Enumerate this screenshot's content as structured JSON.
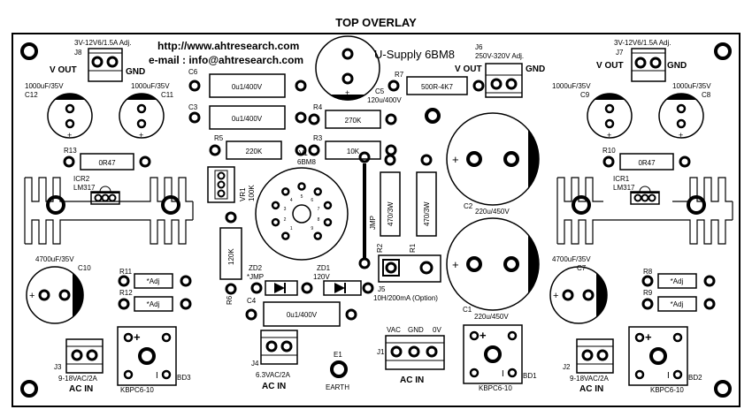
{
  "title": "TOP OVERLAY",
  "board": {
    "name": "U-Supply 6BM8",
    "url": "http://www.ahtresearch.com",
    "email": "e-mail : info@ahtresearch.com"
  },
  "labels": {
    "j8": "J8",
    "j8_spec": "3V-12V6/1.5A  Adj.",
    "vout": "V OUT",
    "gnd": "GND",
    "j7": "J7",
    "j7_spec": "3V-12V6/1.5A  Adj.",
    "j6": "J6",
    "j6_spec": "250V-320V  Adj.",
    "c12": "C12",
    "c12_val": "1000uF/35V",
    "c11": "C11",
    "c11_val": "1000uF/35V",
    "c9": "C9",
    "c9_val": "1000uF/35V",
    "c8": "C8",
    "c8_val": "1000uF/35V",
    "c6": "C6",
    "c6_val": "0u1/400V",
    "c3": "C3",
    "c3_val": "0u1/400V",
    "c4": "C4",
    "c4_val": "0u1/400V",
    "c5": "C5",
    "c5_val": "120u/400V",
    "r7": "R7",
    "r7_val": "500R-4K7",
    "r4": "R4",
    "r4_val": "270K",
    "r5": "R5",
    "r5_val": "220K",
    "r3": "R3",
    "r3_val": "10K",
    "r13": "R13",
    "r13_val": "0R47",
    "r10": "R10",
    "r10_val": "0R47",
    "icr2": "ICR2",
    "icr2_val": "LM317",
    "icr1": "ICR1",
    "icr1_val": "LM317",
    "vr1": "VR1",
    "vr1_val": "100K",
    "v1": "V1",
    "v1_val": "6BM8",
    "jmp": "JMP",
    "r2_val": "470/3W",
    "r1_val": "470/3W",
    "r2": "R2",
    "r1": "R1",
    "c2": "C2",
    "c2_val": "220u/450V",
    "c1": "C1",
    "c1_val": "220u/450V",
    "c10": "C10",
    "c10_val": "4700uF/35V",
    "c7": "C7",
    "c7_val": "4700uF/35V",
    "r11": "R11",
    "r12": "R12",
    "r8": "R8",
    "r9": "R9",
    "adj": "*Adj",
    "r6": "R6",
    "r6_val": "120K",
    "zd2": "ZD2",
    "zd2_val": "*JMP",
    "zd1": "ZD1",
    "zd1_val": "120V",
    "j5": "J5",
    "j5_val": "10H/200mA (Option)",
    "j3": "J3",
    "j3_val": "9-18VAC/2A",
    "j4": "J4",
    "j4_val": "6.3VAC/2A",
    "j2": "J2",
    "j2_val": "9-18VAC/2A",
    "j1": "J1",
    "vac": "VAC",
    "gnd2": "GND",
    "zero_v": "0V",
    "ac_in": "AC IN",
    "e1": "E1",
    "earth": "EARTH",
    "bd3": "BD3",
    "bd1": "BD1",
    "bd2": "BD2",
    "kbpc": "KBPC6-10",
    "plus": "+",
    "minus": "I",
    "pins": [
      "1",
      "2",
      "3",
      "4",
      "5",
      "6",
      "7",
      "8",
      "9"
    ]
  },
  "colors": {
    "ink": "#000000",
    "paper": "#ffffff"
  }
}
